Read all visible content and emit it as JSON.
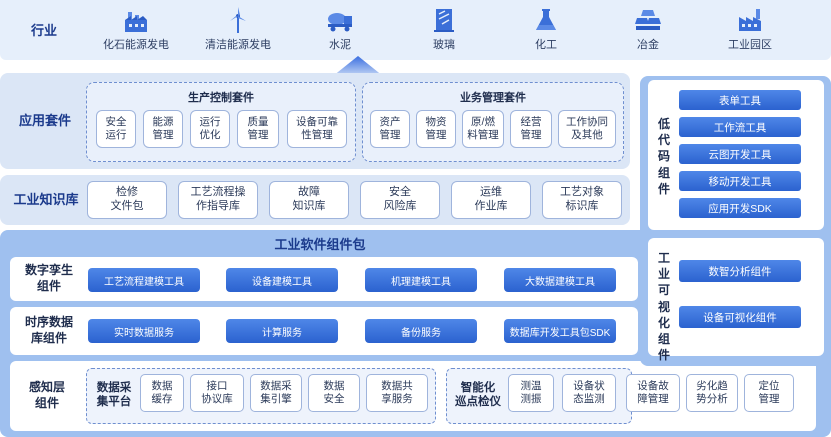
{
  "industry": {
    "label": "行业",
    "items": [
      {
        "label": "化石能源发电",
        "icon": "power-plant-icon"
      },
      {
        "label": "清洁能源发电",
        "icon": "wind-turbine-icon"
      },
      {
        "label": "水泥",
        "icon": "cement-mixer-icon"
      },
      {
        "label": "玻璃",
        "icon": "glass-icon"
      },
      {
        "label": "化工",
        "icon": "flask-icon"
      },
      {
        "label": "冶金",
        "icon": "metal-ingot-icon"
      },
      {
        "label": "工业园区",
        "icon": "factory-icon"
      }
    ]
  },
  "app_suite": {
    "label": "应用套件",
    "production": {
      "title": "生产控制套件",
      "items": [
        "安全\n运行",
        "能源\n管理",
        "运行\n优化",
        "质量\n管理",
        "设备可靠\n性管理"
      ]
    },
    "business": {
      "title": "业务管理套件",
      "items": [
        "资产\n管理",
        "物资\n管理",
        "原/燃\n料管理",
        "经营\n管理",
        "工作协同\n及其他"
      ]
    }
  },
  "knowledge": {
    "label": "工业知识库",
    "items": [
      "检修\n文件包",
      "工艺流程操\n作指导库",
      "故障\n知识库",
      "安全\n风险库",
      "运维\n作业库",
      "工艺对象\n标识库"
    ]
  },
  "software": {
    "title": "工业软件组件包",
    "digital_twin": {
      "label": "数字孪生\n组件",
      "items": [
        "工艺流程建模工具",
        "设备建模工具",
        "机理建模工具",
        "大数据建模工具"
      ]
    },
    "timeseries": {
      "label": "时序数据\n库组件",
      "items": [
        "实时数据服务",
        "计算服务",
        "备份服务",
        "数据库开发工具包SDK"
      ]
    },
    "sensing": {
      "label": "感知层\n组件",
      "platform_head": "数据采\n集平台",
      "platform_items": [
        "数据\n缓存",
        "接口\n协议库",
        "数据采\n集引擎",
        "数据\n安全",
        "数据共\n享服务"
      ],
      "inspection_head": "智能化\n巡点检仪",
      "inspection_items": [
        "测温\n测振",
        "设备状\n态监测",
        "设备故\n障管理",
        "劣化趋\n势分析",
        "定位\n管理"
      ]
    }
  },
  "lowcode": {
    "label": "低代码组件",
    "items": [
      "表单工具",
      "工作流工具",
      "云图开发工具",
      "移动开发工具",
      "应用开发SDK"
    ]
  },
  "visual": {
    "label": "工业可视化组件",
    "items": [
      "数智分析组件",
      "设备可视化组件"
    ]
  }
}
